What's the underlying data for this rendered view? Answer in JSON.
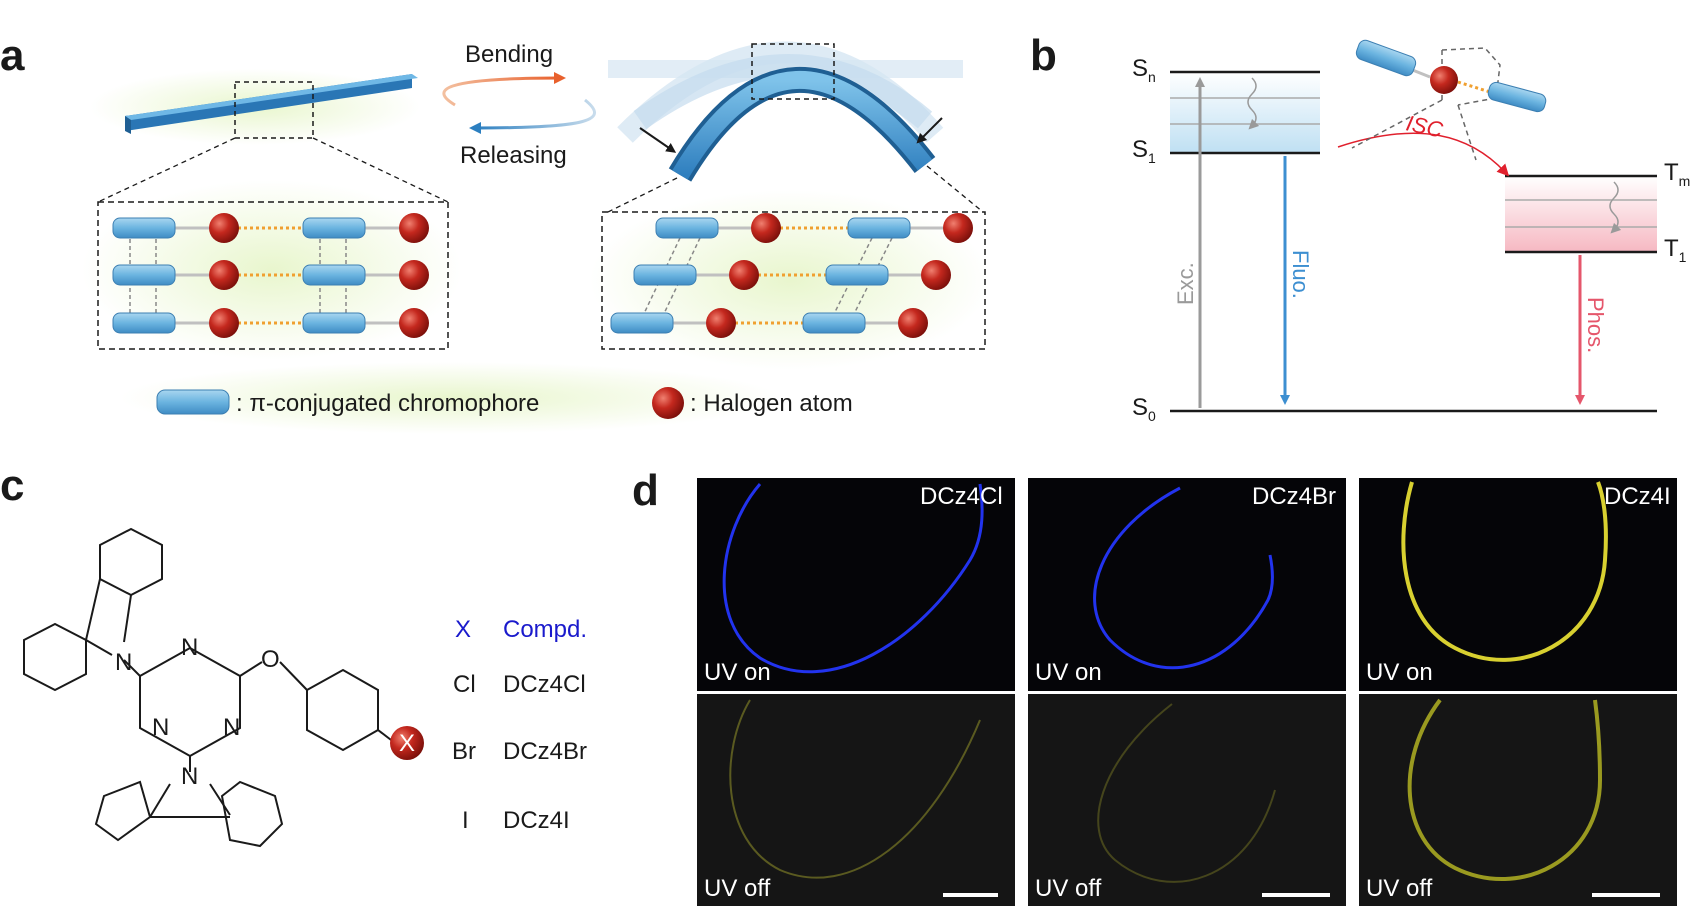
{
  "panel_a": {
    "letter": "a",
    "bending_label": "Bending",
    "releasing_label": "Releasing",
    "legend_chromophore": ": π-conjugated chromophore",
    "legend_halogen": ": Halogen atom"
  },
  "panel_b": {
    "letter": "b",
    "level_Sn": "S",
    "level_Sn_sub": "n",
    "level_S1": "S",
    "level_S1_sub": "1",
    "level_S0": "S",
    "level_S0_sub": "0",
    "level_Tm": "T",
    "level_Tm_sub": "m",
    "level_T1": "T",
    "level_T1_sub": "1",
    "exc_label": "Exc.",
    "fluo_label": "Fluo.",
    "phos_label": "Phos.",
    "isc_label": "ISC",
    "colors": {
      "exc": "#9a9a9a",
      "fluo": "#3d8fd1",
      "phos": "#e5566b",
      "isc": "#e0202d"
    }
  },
  "panel_c": {
    "letter": "c",
    "atom_N": "N",
    "atom_O": "O",
    "substituent": "X",
    "table_header_x": "X",
    "table_header_compd": "Compd.",
    "rows": [
      {
        "x": "Cl",
        "compd": "DCz4Cl"
      },
      {
        "x": "Br",
        "compd": "DCz4Br"
      },
      {
        "x": "I",
        "compd": "DCz4I"
      }
    ],
    "header_color": "#1a1acc"
  },
  "panel_d": {
    "letter": "d",
    "photos": [
      {
        "compound": "DCz4Cl",
        "top_label": "UV on",
        "bottom_label": "UV off"
      },
      {
        "compound": "DCz4Br",
        "top_label": "UV on",
        "bottom_label": "UV off"
      },
      {
        "compound": "DCz4I",
        "top_label": "UV on",
        "bottom_label": "UV off"
      }
    ]
  }
}
